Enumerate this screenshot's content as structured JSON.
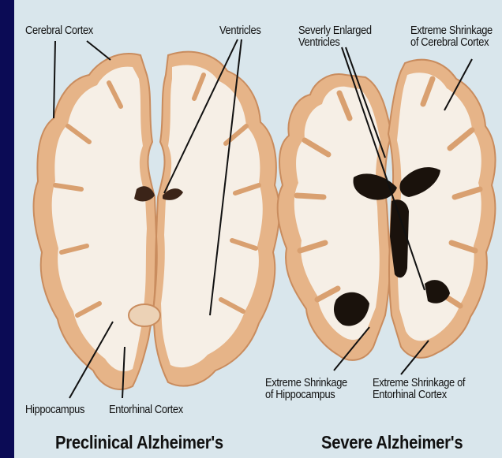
{
  "labels": {
    "cerebral_cortex": "Cerebral Cortex",
    "ventricles": "Ventricles",
    "enlarged_ventricles": "Severly Enlarged\nVentricles",
    "shrinkage_cortex": "Extreme Shrinkage\nof Cerebral Cortex",
    "hippocampus": "Hippocampus",
    "entorhinal_cortex": "Entorhinal Cortex",
    "shrinkage_hippocampus": "Extreme Shrinkage\nof Hippocampus",
    "shrinkage_entorhinal": "Extreme Shrinkage of\nEntorhinal Cortex"
  },
  "captions": {
    "left": "Preclinical Alzheimer's",
    "right": "Severe Alzheimer's"
  },
  "colors": {
    "background": "#0b0b55",
    "panel": "#d9e6ec",
    "cortex": "#e8b98c",
    "white_matter": "#f6efe6",
    "ventricle": "#1a120c"
  }
}
